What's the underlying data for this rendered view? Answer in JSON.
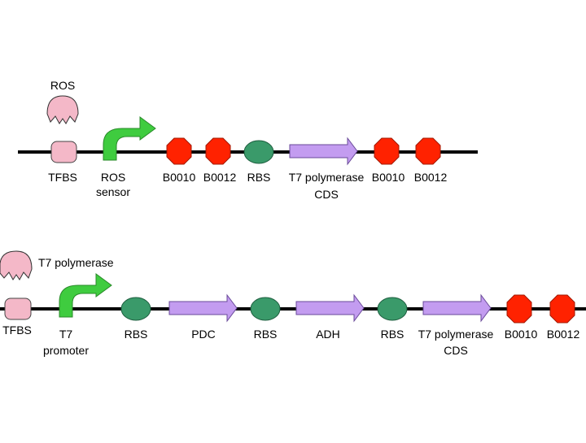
{
  "colors": {
    "dna": "#000000",
    "tfbs": "#f4b8c8",
    "tf_protein": "#f4b8c8",
    "promoter": "#3fcc3f",
    "terminator": "#ff2200",
    "rbs": "#3a9a6a",
    "cds": "#c39cf0"
  },
  "construct1": {
    "tf_label": "ROS",
    "tfbs_label": "TFBS",
    "promoter_label_line1": "ROS",
    "promoter_label_line2": "sensor",
    "term1_label": "B0010",
    "term2_label": "B0012",
    "rbs_label": "RBS",
    "cds_label_line1": "T7 polymerase",
    "cds_label_line2": "CDS",
    "term3_label": "B0010",
    "term4_label": "B0012"
  },
  "construct2": {
    "tf_label": "T7 polymerase",
    "tfbs_label": "TFBS",
    "promoter_label_line1": "T7",
    "promoter_label_line2": "promoter",
    "rbs1_label": "RBS",
    "cds1_label": "PDC",
    "rbs2_label": "RBS",
    "cds2_label": "ADH",
    "rbs3_label": "RBS",
    "cds3_label_line1": "T7 polymerase",
    "cds3_label_line2": "CDS",
    "term1_label": "B0010",
    "term2_label": "B0012"
  }
}
